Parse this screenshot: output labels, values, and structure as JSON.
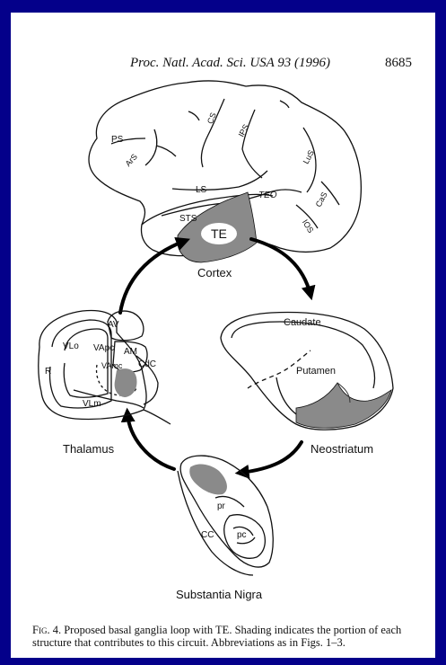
{
  "header": {
    "journal": "Proc. Natl. Acad. Sci. USA 93 (1996)",
    "page_number": "8685"
  },
  "figure": {
    "cortex_labels": {
      "ps": "PS",
      "ars": "ArS",
      "cs": "CS",
      "ips": "IPS",
      "lus": "LuS",
      "ls": "LS",
      "teo": "TEO",
      "cas": "CaS",
      "sts": "STS",
      "ios": "IOS",
      "te": "TE"
    },
    "structure_names": {
      "cortex": "Cortex",
      "thalamus": "Thalamus",
      "neostriatum": "Neostriatum",
      "substantia_nigra": "Substantia Nigra"
    },
    "thalamus_labels": {
      "av": "AV",
      "am": "AM",
      "vlo": "VLo",
      "vapc": "VApc",
      "r": "R",
      "vamc": "VAmc",
      "cdc": "CdC",
      "vlm": "VLm"
    },
    "striatum_labels": {
      "caudate": "Caudate",
      "putamen": "Putamen"
    },
    "nigra_labels": {
      "pr": "pr",
      "pc": "pc",
      "cc": "CC"
    },
    "shading_color": "#8a8a8a",
    "arrow_color": "#000000"
  },
  "caption": {
    "fig_label": "Fig. 4.",
    "text": "Proposed basal ganglia loop with TE. Shading indicates the portion of each structure that contributes to this circuit. Abbreviations as in Figs. 1–3."
  }
}
